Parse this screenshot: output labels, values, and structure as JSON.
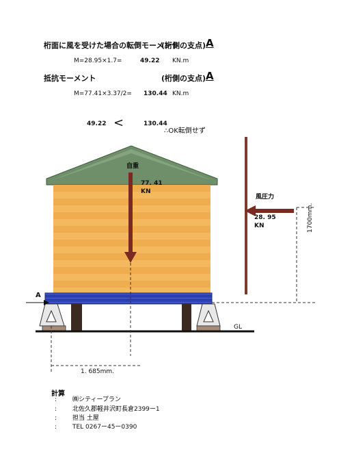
{
  "header": {
    "line1_title": "桁面に風を受けた場合の転倒モーメント",
    "line1_side": "(桁側の支点)",
    "line1_letter": "A",
    "line1_formula": "M=28.95×1.7=",
    "line1_value": "49.22",
    "line1_unit": "KN.m",
    "line2_title": "抵抗モーメント",
    "line2_side": "(桁側の支点)",
    "line2_letter": "A",
    "line2_formula": "M=77.41×3.37/2=",
    "line2_value": "130.44",
    "line2_unit": "KN.m"
  },
  "comparison": {
    "left": "49.22",
    "symbol": "<",
    "right": "130.44",
    "conclusion": "∴OK転倒せず"
  },
  "diagram": {
    "self_weight_label": "自重",
    "self_weight_value": "77. 41",
    "self_weight_unit": "KN",
    "wind_label": "風圧力",
    "wind_value": "28. 95",
    "wind_unit": "KN",
    "height_dim": "1700mm.",
    "width_dim": "1. 685mm.",
    "support_label": "A",
    "ground_label": "GL",
    "colors": {
      "roof": "#6f8f6a",
      "wall": "#f2b35a",
      "base": "#2b3fb0",
      "arrow": "#7a2a20",
      "pole": "#7a3b2a"
    }
  },
  "footer": {
    "heading": "計算",
    "colons": [
      ":",
      ":",
      ":",
      ":"
    ],
    "company": "㈱シティープラン",
    "address": "北佐久郡軽井沢町長倉2399ー1",
    "person": "担当 土屋",
    "tel": "TEL 0267ー45ー0390"
  }
}
